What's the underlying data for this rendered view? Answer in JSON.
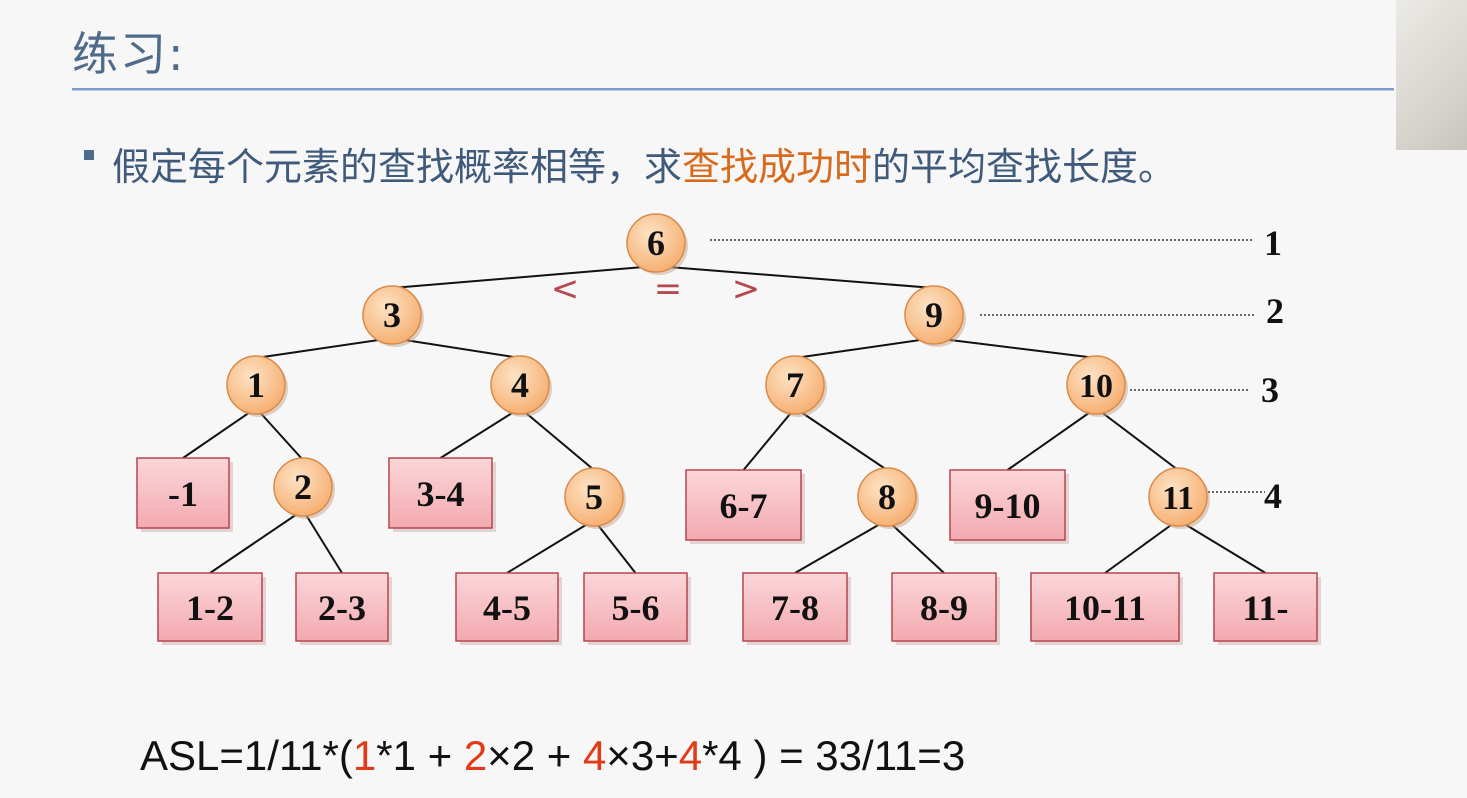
{
  "title": "练习:",
  "question": {
    "before": "假定每个元素的查找概率相等，求",
    "highlight": "查找成功时",
    "after": "的平均查找长度。"
  },
  "comparison_symbols": [
    "<",
    "=",
    ">"
  ],
  "tree": {
    "nodes": [
      {
        "label": "6",
        "level": 1
      },
      {
        "label": "3",
        "level": 2
      },
      {
        "label": "9",
        "level": 2
      },
      {
        "label": "1",
        "level": 3
      },
      {
        "label": "4",
        "level": 3
      },
      {
        "label": "7",
        "level": 3
      },
      {
        "label": "10",
        "level": 3
      },
      {
        "label": "2",
        "level": 4
      },
      {
        "label": "5",
        "level": 4
      },
      {
        "label": "8",
        "level": 4
      },
      {
        "label": "11",
        "level": 4
      }
    ],
    "leaves": [
      "-1",
      "1-2",
      "2-3",
      "3-4",
      "4-5",
      "5-6",
      "6-7",
      "7-8",
      "8-9",
      "9-10",
      "10-11",
      "11-"
    ],
    "edges": [
      [
        "6",
        "3"
      ],
      [
        "6",
        "9"
      ],
      [
        "3",
        "1"
      ],
      [
        "3",
        "4"
      ],
      [
        "9",
        "7"
      ],
      [
        "9",
        "10"
      ],
      [
        "1",
        "-1"
      ],
      [
        "1",
        "2"
      ],
      [
        "2",
        "1-2"
      ],
      [
        "2",
        "2-3"
      ],
      [
        "4",
        "3-4"
      ],
      [
        "4",
        "5"
      ],
      [
        "5",
        "4-5"
      ],
      [
        "5",
        "5-6"
      ],
      [
        "7",
        "6-7"
      ],
      [
        "7",
        "8"
      ],
      [
        "8",
        "7-8"
      ],
      [
        "8",
        "8-9"
      ],
      [
        "10",
        "9-10"
      ],
      [
        "10",
        "11"
      ],
      [
        "11",
        "10-11"
      ],
      [
        "11",
        "11-"
      ]
    ],
    "level_labels": [
      "1",
      "2",
      "3",
      "4"
    ]
  },
  "formula": [
    {
      "text": "ASL=1/11*(",
      "red": false
    },
    {
      "text": "1",
      "red": true
    },
    {
      "text": "*1 + ",
      "red": false
    },
    {
      "text": "2",
      "red": true
    },
    {
      "text": "×2 + ",
      "red": false
    },
    {
      "text": "4",
      "red": true
    },
    {
      "text": "×3+",
      "red": false
    },
    {
      "text": "4",
      "red": true
    },
    {
      "text": "*4 ) = 33/11=3",
      "red": false
    }
  ],
  "colors": {
    "node_fill": "#f9c08c",
    "node_stroke": "#d98a4a",
    "leaf_fill": "#f7c2c6",
    "leaf_stroke": "#b5474f",
    "symbol": "#b5474f",
    "highlight": "#d86a1c",
    "formula_red": "#e23a16"
  }
}
